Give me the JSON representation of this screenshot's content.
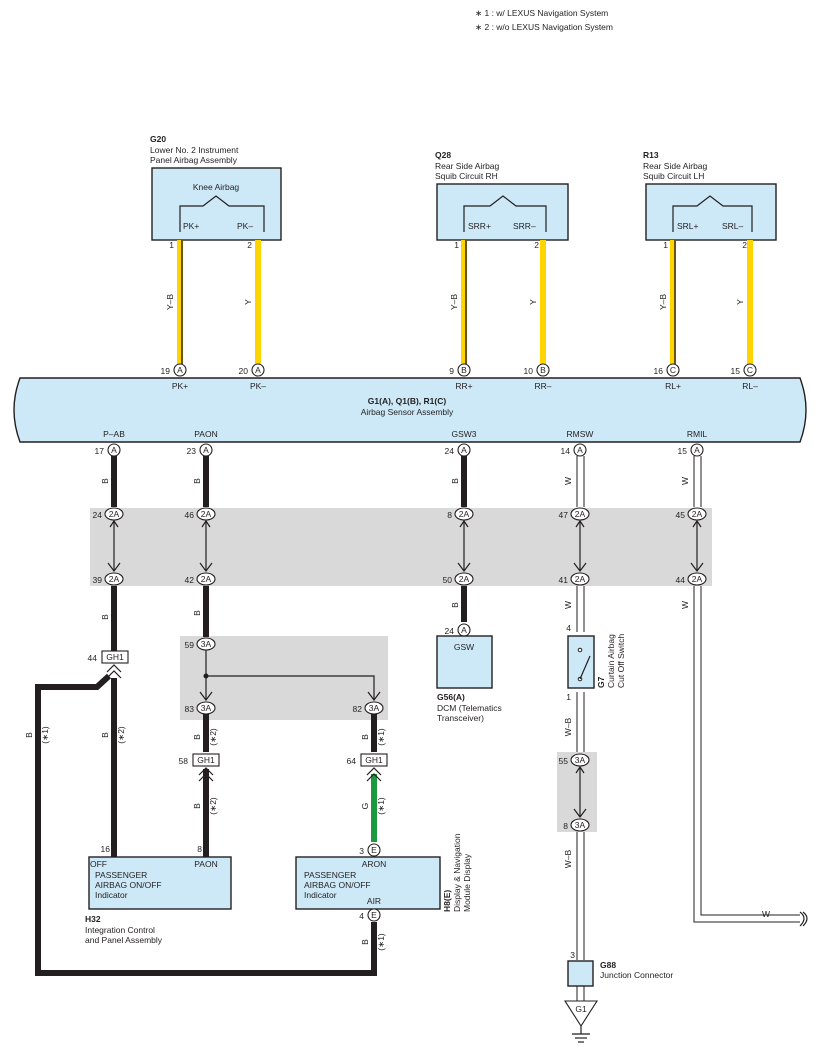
{
  "legend": {
    "note1": "∗ 1 : w/ LEXUS Navigation System",
    "note2": "∗ 2 : w/o LEXUS Navigation System"
  },
  "components": {
    "g20": {
      "code": "G20",
      "name1": "Lower No. 2 Instrument",
      "name2": "Panel Airbag Assembly",
      "inner": "Knee Airbag",
      "pin_a": "PK+",
      "pin_b": "PK–",
      "num_a": "1",
      "num_b": "2"
    },
    "q28": {
      "code": "Q28",
      "name1": "Rear Side Airbag",
      "name2": "Squib Circuit RH",
      "pin_a": "SRR+",
      "pin_b": "SRR–",
      "num_a": "1",
      "num_b": "2"
    },
    "r13": {
      "code": "R13",
      "name1": "Rear Side Airbag",
      "name2": "Squib Circuit LH",
      "pin_a": "SRL+",
      "pin_b": "SRL–",
      "num_a": "1",
      "num_b": "2"
    },
    "sensor": {
      "code": "G1(A), Q1(B), R1(C)",
      "name": "Airbag Sensor Assembly",
      "top_pins": [
        {
          "num": "19",
          "conn": "A",
          "label": "PK+"
        },
        {
          "num": "20",
          "conn": "A",
          "label": "PK–"
        },
        {
          "num": "9",
          "conn": "B",
          "label": "RR+"
        },
        {
          "num": "10",
          "conn": "B",
          "label": "RR–"
        },
        {
          "num": "16",
          "conn": "C",
          "label": "RL+"
        },
        {
          "num": "15",
          "conn": "C",
          "label": "RL–"
        }
      ],
      "bottom_pins": [
        {
          "num": "17",
          "conn": "A",
          "label": "P–AB"
        },
        {
          "num": "23",
          "conn": "A",
          "label": "PAON"
        },
        {
          "num": "24",
          "conn": "A",
          "label": "GSW3"
        },
        {
          "num": "14",
          "conn": "A",
          "label": "RMSW"
        },
        {
          "num": "15",
          "conn": "A",
          "label": "RMIL"
        }
      ]
    },
    "g56": {
      "code": "G56(A)",
      "name1": "DCM (Telematics",
      "name2": "Transceiver)",
      "inner": "GSW",
      "pin_num": "24",
      "pin_conn": "A"
    },
    "g7": {
      "code": "G7",
      "name1": "Curtain Airbag",
      "name2": "Cut Off Switch",
      "top": "4",
      "bottom": "1"
    },
    "h32": {
      "code": "H32",
      "name1": "Integration Control",
      "name2": "and Panel Assembly",
      "line1": "PASSENGER",
      "line2": "AIRBAG ON/OFF",
      "line3": "Indicator",
      "lbl_off": "OFF",
      "lbl_paon": "PAON",
      "num_off": "16",
      "num_paon": "8"
    },
    "h8": {
      "code": "H8(E)",
      "name1": "Display & Navigation",
      "name2": "Module Display",
      "aron": "ARON",
      "line1": "PASSENGER",
      "line2": "AIRBAG ON/OFF",
      "line3": "Indicator",
      "air": "AIR",
      "num_top": "3",
      "num_bot": "4",
      "conn": "E"
    },
    "g88": {
      "code": "G88",
      "name": "Junction Connector",
      "num": "3"
    },
    "ground": {
      "label": "G1"
    }
  },
  "wires": {
    "yb": "Y–B",
    "y": "Y",
    "b": "B",
    "w": "W",
    "wb": "W–B",
    "g": "G",
    "n1": "(∗1)",
    "n2": "(∗2)"
  },
  "junctions": {
    "j2a_top": [
      {
        "num": "24",
        "conn": "2A"
      },
      {
        "num": "46",
        "conn": "2A"
      },
      {
        "num": "8",
        "conn": "2A"
      },
      {
        "num": "47",
        "conn": "2A"
      },
      {
        "num": "45",
        "conn": "2A"
      }
    ],
    "j2a_bot": [
      {
        "num": "39",
        "conn": "2A"
      },
      {
        "num": "42",
        "conn": "2A"
      },
      {
        "num": "50",
        "conn": "2A"
      },
      {
        "num": "41",
        "conn": "2A"
      },
      {
        "num": "44",
        "conn": "2A"
      }
    ],
    "j3a": [
      {
        "num": "59",
        "conn": "3A"
      },
      {
        "num": "83",
        "conn": "3A"
      },
      {
        "num": "82",
        "conn": "3A"
      },
      {
        "num": "55",
        "conn": "3A"
      },
      {
        "num": "8",
        "conn": "3A"
      }
    ],
    "gh1": [
      {
        "num": "44",
        "conn": "GH1"
      },
      {
        "num": "58",
        "conn": "GH1"
      },
      {
        "num": "64",
        "conn": "GH1"
      }
    ]
  },
  "colors": {
    "box_fill": "#cde9f7",
    "yellow": "#ffd400",
    "green": "#1a9a3c",
    "grey_band": "#d9d9d9",
    "black": "#231f20"
  }
}
